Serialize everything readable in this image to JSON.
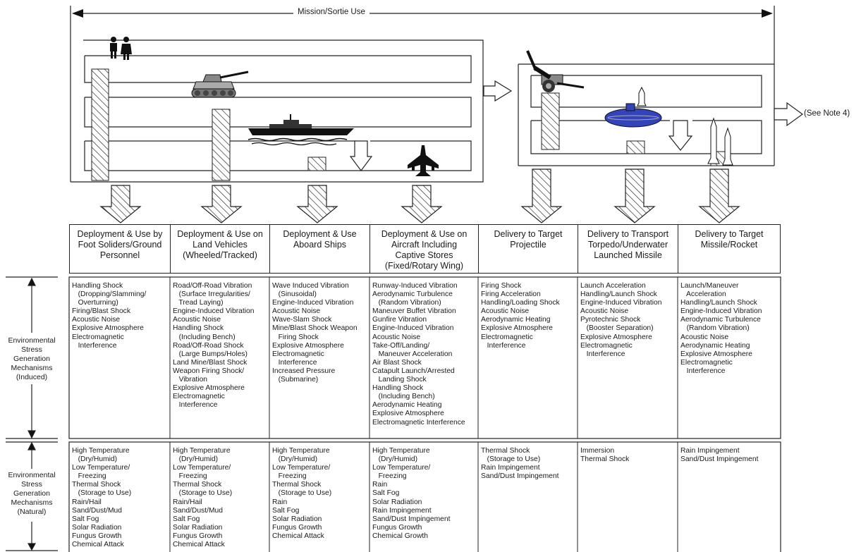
{
  "header": {
    "mission_label": "Mission/Sortie Use",
    "note_label": "(See Note 4)"
  },
  "row_labels": {
    "induced": "Environmental\nStress\nGeneration\nMechanisms\n(Induced)",
    "natural": "Environmental\nStress\nGeneration\nMechanisms\n(Natural)"
  },
  "categories": [
    {
      "label": "Deployment & Use by\nFoot Soliders/Ground\nPersonnel"
    },
    {
      "label": "Deployment & Use on\nLand Vehicles\n(Wheeled/Tracked)"
    },
    {
      "label": "Deployment & Use\nAboard Ships"
    },
    {
      "label": "Deployment & Use on\nAircraft Including\nCaptive Stores\n(Fixed/Rotary Wing)"
    },
    {
      "label": "Delivery to Target\nProjectile"
    },
    {
      "label": "Delivery to Transport\nTorpedo/Underwater\nLaunched Missile"
    },
    {
      "label": "Delivery to Target\nMissile/Rocket"
    }
  ],
  "induced": [
    "Handling Shock\n   (Dropping/Slamming/\n   Overturning)\nFiring/Blast Shock\nAcoustic Noise\nExplosive Atmosphere\nElectromagnetic\n   Interference",
    "Road/Off-Road Vibration\n   (Surface Irregularities/\n   Tread Laying)\nEngine-Induced Vibration\nAcoustic Noise\nHandling Shock\n   (Including Bench)\nRoad/Off-Road Shock\n   (Large Bumps/Holes)\nLand Mine/Blast Shock\nWeapon Firing Shock/\n   Vibration\nExplosive Atmosphere\nElectromagnetic\n   Interference",
    "Wave Induced Vibration\n   (Sinusoidal)\nEngine-Induced Vibration\nAcoustic Noise\nWave-Slam Shock\nMine/Blast Shock Weapon\n   Firing Shock\nExplosive Atmosphere\nElectromagnetic\n   Interference\nIncreased Pressure\n   (Submarine)",
    "Runway-Induced Vibration\nAerodynamic Turbulence\n   (Random Vibration)\nManeuver Buffet Vibration\nGunfire Vibration\nEngine-Induced Vibration\nAcoustic Noise\nTake-Off/Landing/\n   Maneuver Acceleration\nAir Blast Shock\nCatapult Launch/Arrested\n   Landing Shock\nHandling Shock\n   (Including Bench)\nAerodynamic Heating\nExplosive Atmosphere\nElectromagnetic Interference",
    "Firing Shock\nFiring Acceleration\nHandling/Loading Shock\nAcoustic Noise\nAerodynamic Heating\nExplosive Atmosphere\nElectromagnetic\n   Interference",
    "Launch Acceleration\nHandling/Launch Shock\nEngine-Induced Vibration\nAcoustic Noise\nPyrotechnic Shock\n   (Booster Separation)\nExplosive Atmosphere\nElectromagnetic\n   Interference",
    "Launch/Maneuver\n   Acceleration\nHandling/Launch Shock\nEngine-Induced Vibration\nAerodynamic Turbulence\n   (Random Vibration)\nAcoustic Noise\nAerodynamic Heating\nExplosive Atmosphere\nElectromagnetic\n   Interference"
  ],
  "natural": [
    "High Temperature\n   (Dry/Humid)\nLow Temperature/\n   Freezing\nThermal Shock\n   (Storage to Use)\nRain/Hail\nSand/Dust/Mud\nSalt Fog\nSolar Radiation\nFungus Growth\nChemical Attack",
    "High Temperature\n   (Dry/Humid)\nLow Temperature/\n   Freezing\nThermal Shock\n   (Storage to Use)\nRain/Hail\nSand/Dust/Mud\nSalt Fog\nSolar Radiation\nFungus Growth\nChemical Attack",
    "High Temperature\n   (Dry/Humid)\nLow Temperature/\n   Freezing\nThermal Shock\n   (Storage to Use)\nRain\nSalt Fog\nSolar Radiation\nFungus Growth\nChemical Attack",
    "High Temperature\n   (Dry/Humid)\nLow Temperature/\n   Freezing\nRain\nSalt Fog\nSolar Radiation\nRain Impingement\nSand/Dust Impingement\nFungus Growth\nChemical Growth",
    "Thermal Shock\n   (Storage to Use)\nRain Impingement\nSand/Dust Impingement",
    "Immersion\nThermal Shock",
    "Rain Impingement\nSand/Dust Impingement"
  ]
}
